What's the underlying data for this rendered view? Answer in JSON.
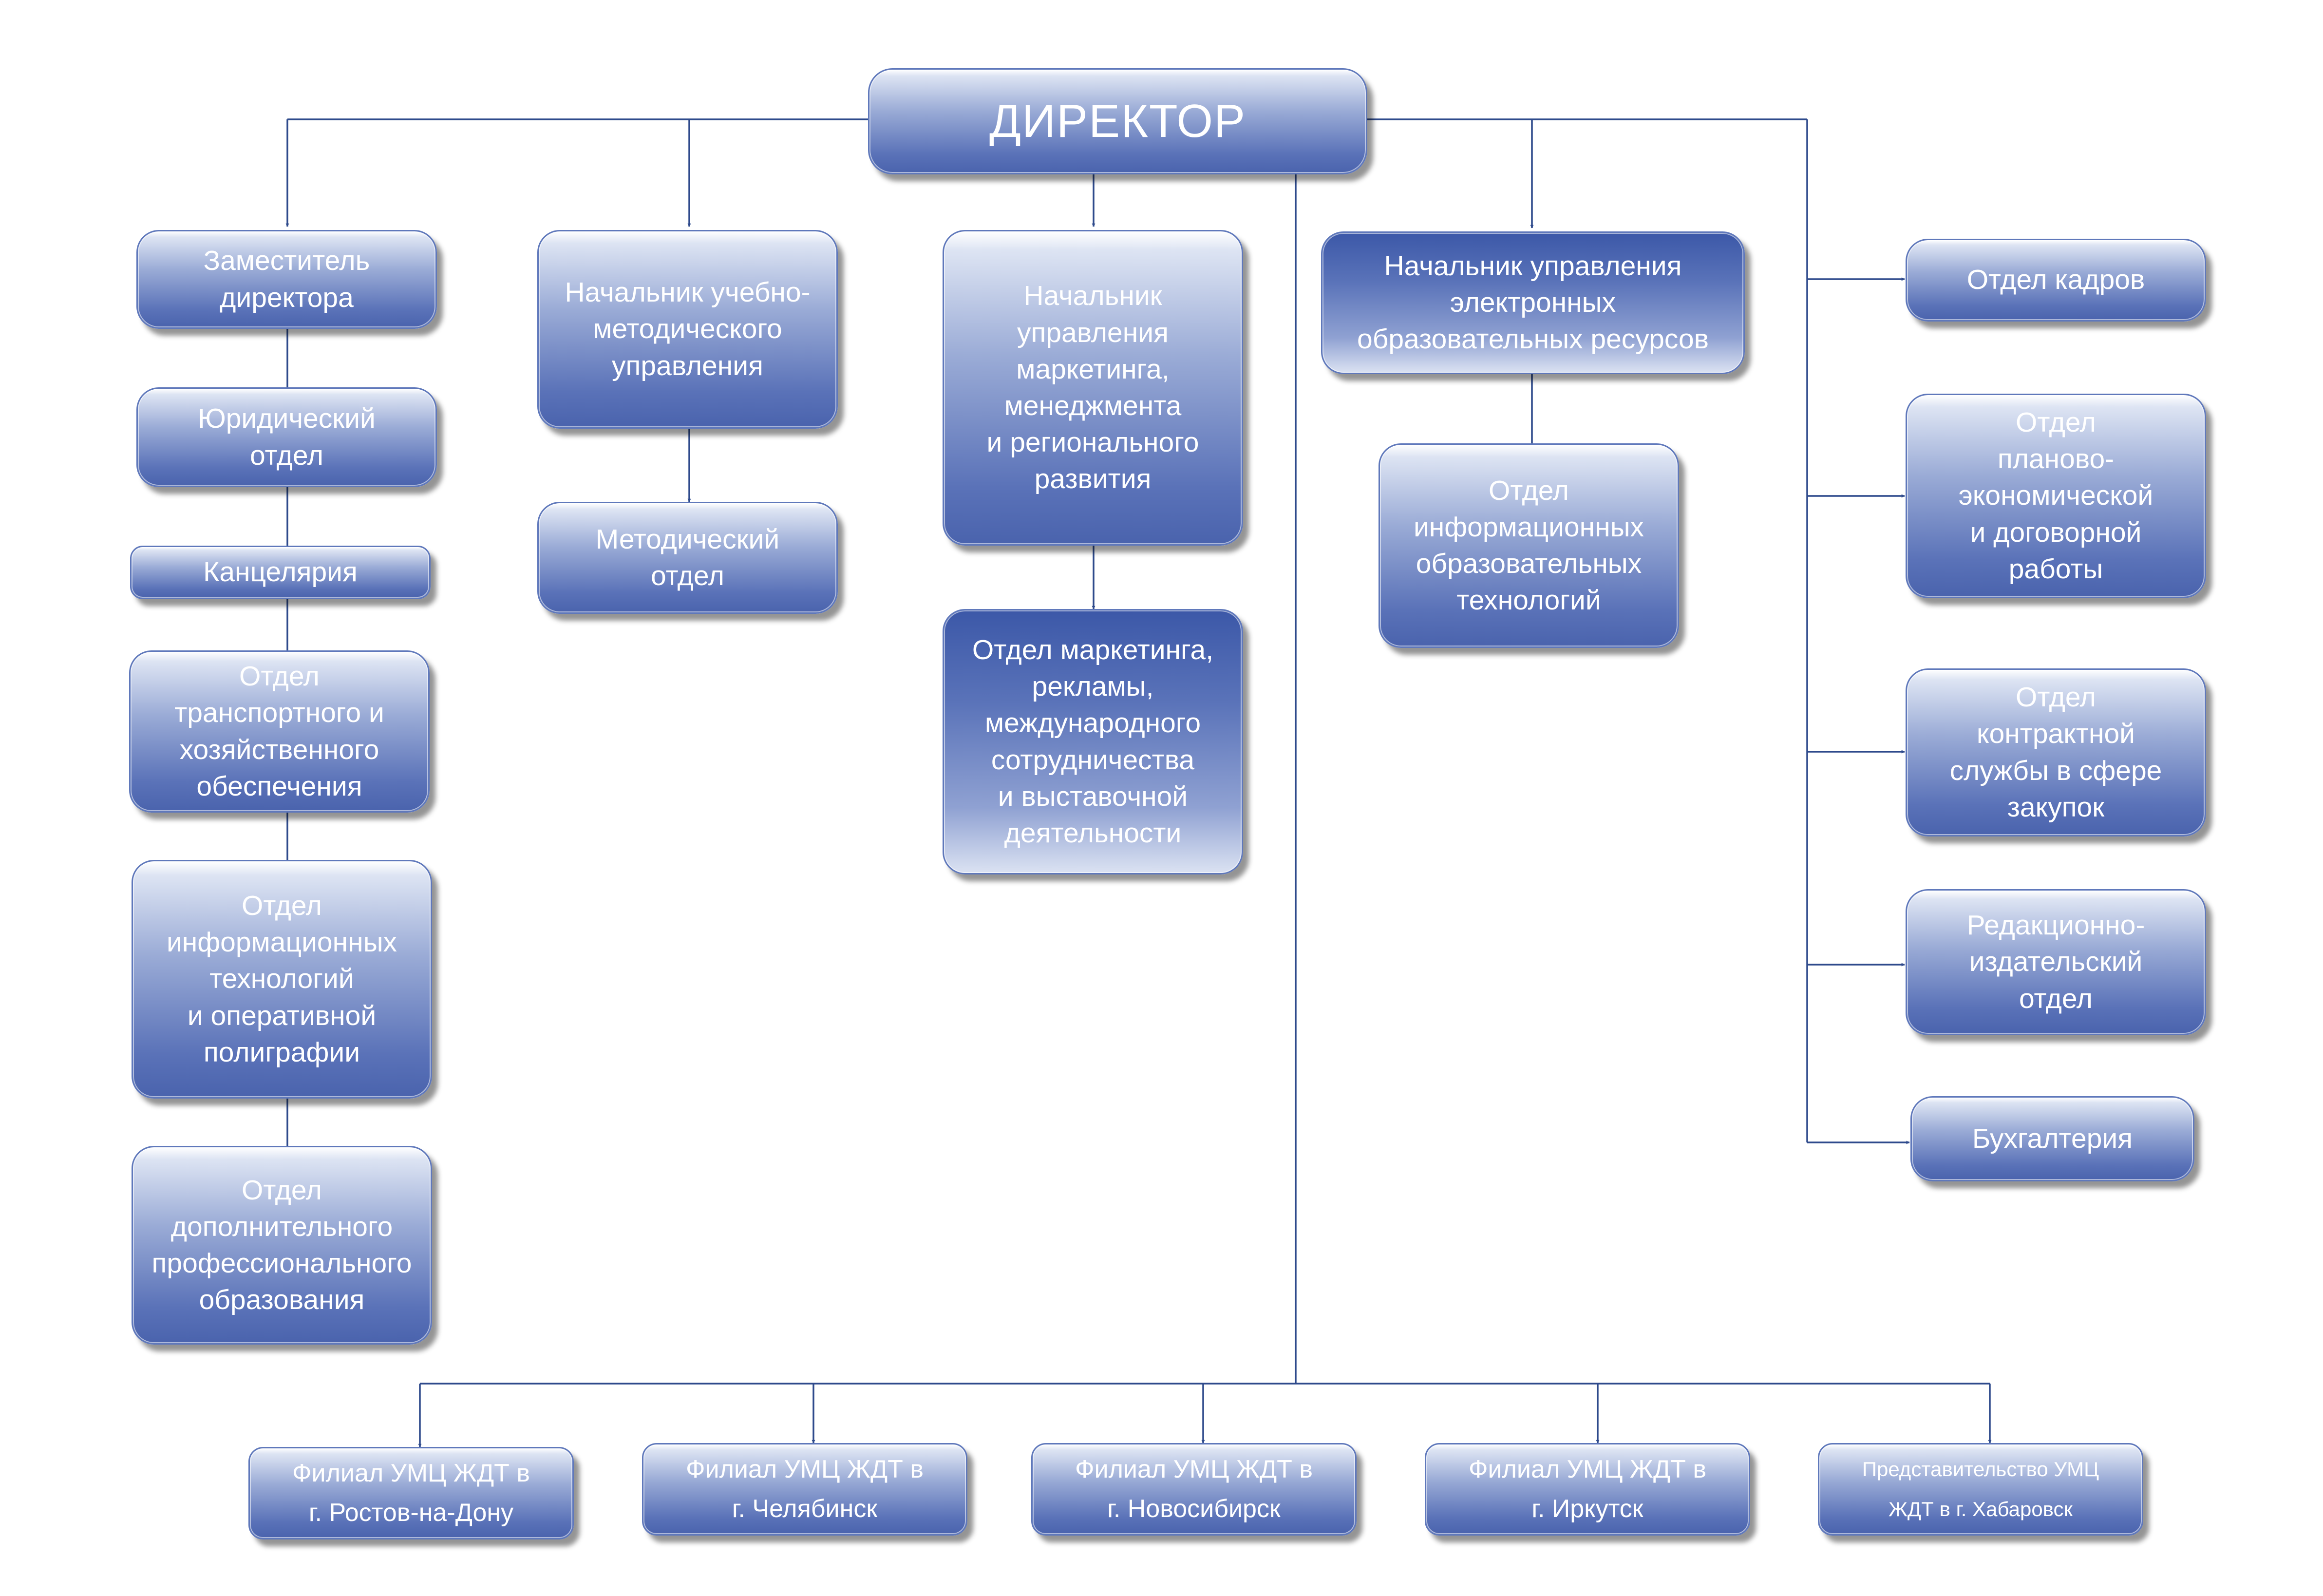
{
  "director": "ДИРЕКТОР",
  "left_column": {
    "deputy": "Заместитель\nдиректора",
    "legal": "Юридический\nотдел",
    "chancellery": "Канцелярия",
    "transport": "Отдел\nтранспортного и\nхозяйственного\nобеспечения",
    "it_print": "Отдел\nинформационных\nтехнологий\nи оперативной\nполиграфии",
    "extra_edu": "Отдел\nдополнительного\nпрофессионального\nобразования"
  },
  "methodical": {
    "head": "Начальник учебно-\nметодического\nуправления",
    "dept": "Методический\nотдел"
  },
  "marketing": {
    "head": "Начальник\nуправления\nмаркетинга,\nменеджмента\nи регионального\nразвития",
    "dept": "Отдел маркетинга,\nрекламы,\nмеждународного\nсотрудничества\nи выставочной\nдеятельности"
  },
  "electronic": {
    "head": "Начальник управления\nэлектронных\nобразовательных ресурсов",
    "dept": "Отдел\nинформационных\nобразовательных\nтехнологий"
  },
  "right_column": {
    "hr": "Отдел кадров",
    "planning": "Отдел\nпланово-\nэкономической\nи договорной\nработы",
    "contract": "Отдел\nконтрактной\nслужбы в сфере\nзакупок",
    "publishing": "Редакционно-\nиздательский\nотдел",
    "accounting": "Бухгалтерия"
  },
  "branches": {
    "rostov": "Филиал УМЦ ЖДТ в\nг. Ростов-на-Дону",
    "chelyabinsk": "Филиал УМЦ ЖДТ в\nг. Челябинск",
    "novosibirsk": "Филиал УМЦ ЖДТ в\nг. Новосибирск",
    "irkutsk": "Филиал УМЦ ЖДТ в\nг. Иркутск",
    "khabarovsk": "Представительство УМЦ\nЖДТ в г. Хабаровск"
  },
  "colors": {
    "line": "#2e4a8c",
    "box_top": "#ffffff",
    "box_bottom": "#4a63ad"
  }
}
